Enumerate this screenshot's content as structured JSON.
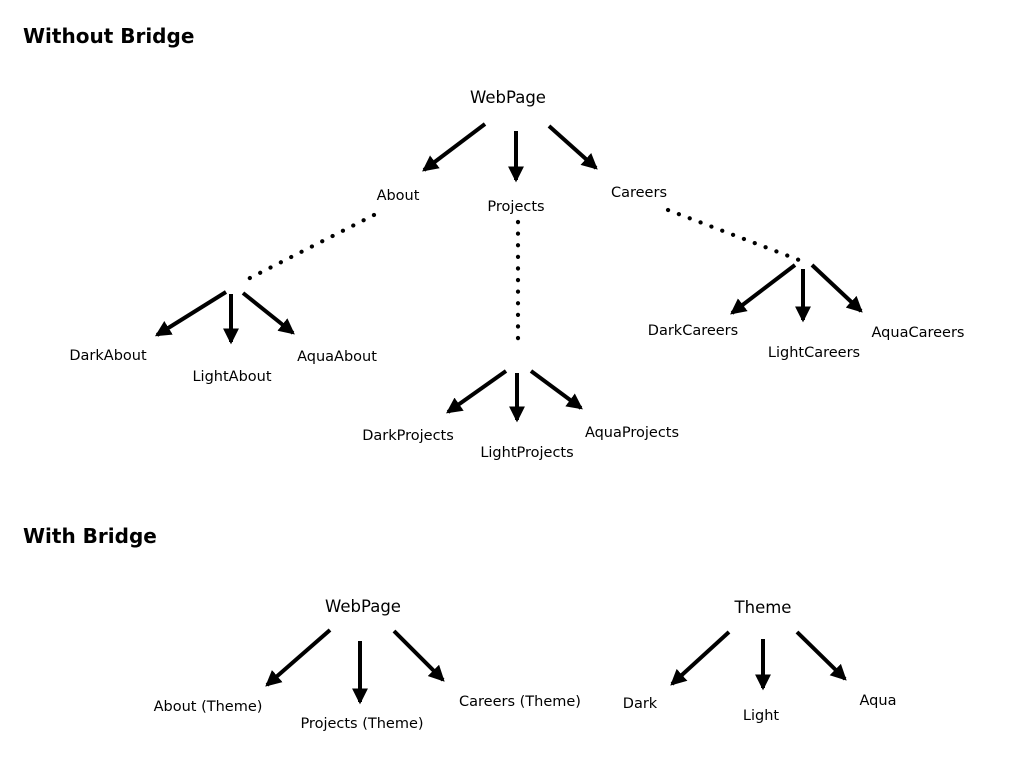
{
  "colors": {
    "ink": "#000000",
    "background": "#ffffff"
  },
  "without_bridge": {
    "title": "Without Bridge",
    "root": "WebPage",
    "pages": [
      "About",
      "Projects",
      "Careers"
    ],
    "about_variants": [
      "DarkAbout",
      "LightAbout",
      "AquaAbout"
    ],
    "projects_variants": [
      "DarkProjects",
      "LightProjects",
      "AquaProjects"
    ],
    "careers_variants": [
      "DarkCareers",
      "LightCareers",
      "AquaCareers"
    ]
  },
  "with_bridge": {
    "title": "With Bridge",
    "webpage_root": "WebPage",
    "webpage_children": [
      "About (Theme)",
      "Projects (Theme)",
      "Careers (Theme)"
    ],
    "theme_root": "Theme",
    "theme_children": [
      "Dark",
      "Light",
      "Aqua"
    ]
  }
}
